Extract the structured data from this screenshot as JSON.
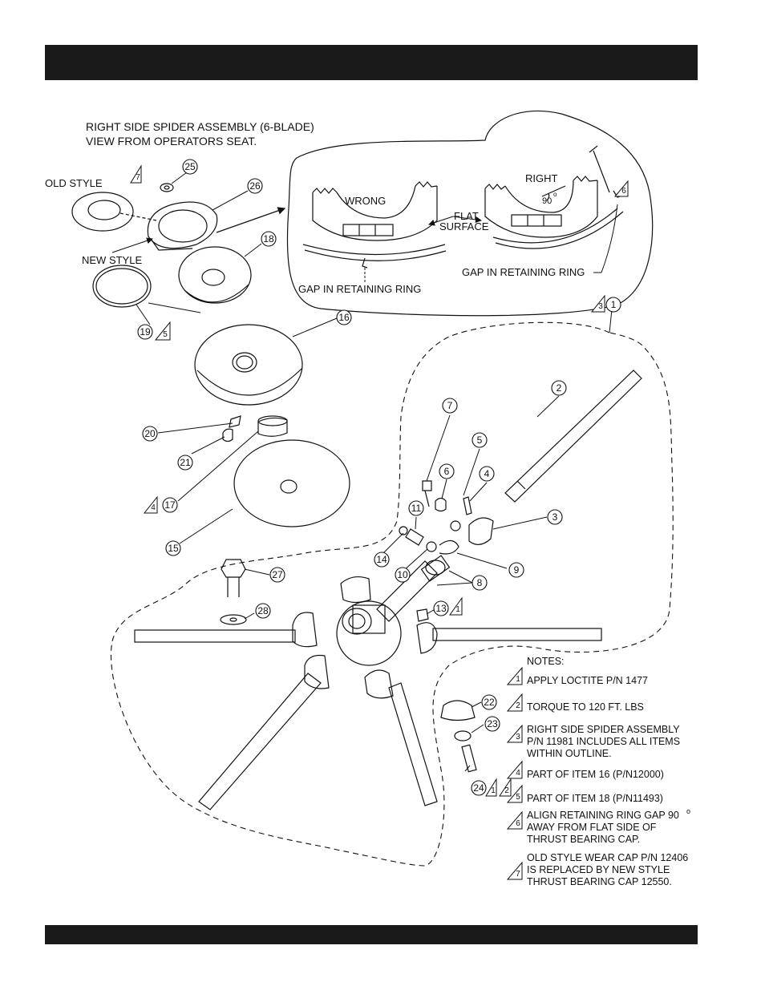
{
  "title": [
    "RIGHT SIDE SPIDER ASSEMBLY (6-BLADE)",
    "VIEW FROM OPERATORS SEAT."
  ],
  "labels": {
    "old_style": "OLD STYLE",
    "new_style": "NEW STYLE",
    "wrong": "WRONG",
    "right": "RIGHT",
    "flat": "FLAT",
    "surface": "SURFACE",
    "gap_wrong": "GAP IN RETAINING RING",
    "gap_right": "GAP IN RETAINING RING",
    "angle": "90",
    "degree": "o"
  },
  "callouts": [
    "25",
    "26",
    "18",
    "19",
    "16",
    "20",
    "21",
    "17",
    "15",
    "27",
    "28",
    "7",
    "6",
    "5",
    "4",
    "11",
    "14",
    "10",
    "3",
    "9",
    "8",
    "13",
    "1",
    "2",
    "22",
    "23",
    "24"
  ],
  "triangles": [
    "7",
    "5",
    "3",
    "4",
    "1",
    "6",
    "1",
    "2"
  ],
  "notes": {
    "header": "NOTES:",
    "items": [
      {
        "mark": "1",
        "lines": [
          "APPLY LOCTITE  P/N 1477"
        ]
      },
      {
        "mark": "2",
        "lines": [
          "TORQUE TO 120 FT. LBS"
        ]
      },
      {
        "mark": "3",
        "lines": [
          "RIGHT SIDE SPIDER ASSEMBLY",
          "P/N 11981 INCLUDES ALL ITEMS",
          "WITHIN OUTLINE."
        ]
      },
      {
        "mark": "4",
        "lines": [
          "PART OF ITEM 16 (P/N12000)"
        ]
      },
      {
        "mark": "5",
        "lines": [
          "PART OF ITEM 18 (P/N11493)"
        ]
      },
      {
        "mark": "6",
        "lines": [
          "ALIGN RETAINING RING GAP 90",
          "AWAY FROM FLAT SIDE OF",
          "THRUST BEARING CAP."
        ]
      },
      {
        "mark": "7",
        "lines": [
          "OLD STYLE WEAR CAP P/N 12406",
          "IS REPLACED BY NEW STYLE",
          "THRUST BEARING CAP 12550."
        ]
      }
    ],
    "degree": "o"
  }
}
